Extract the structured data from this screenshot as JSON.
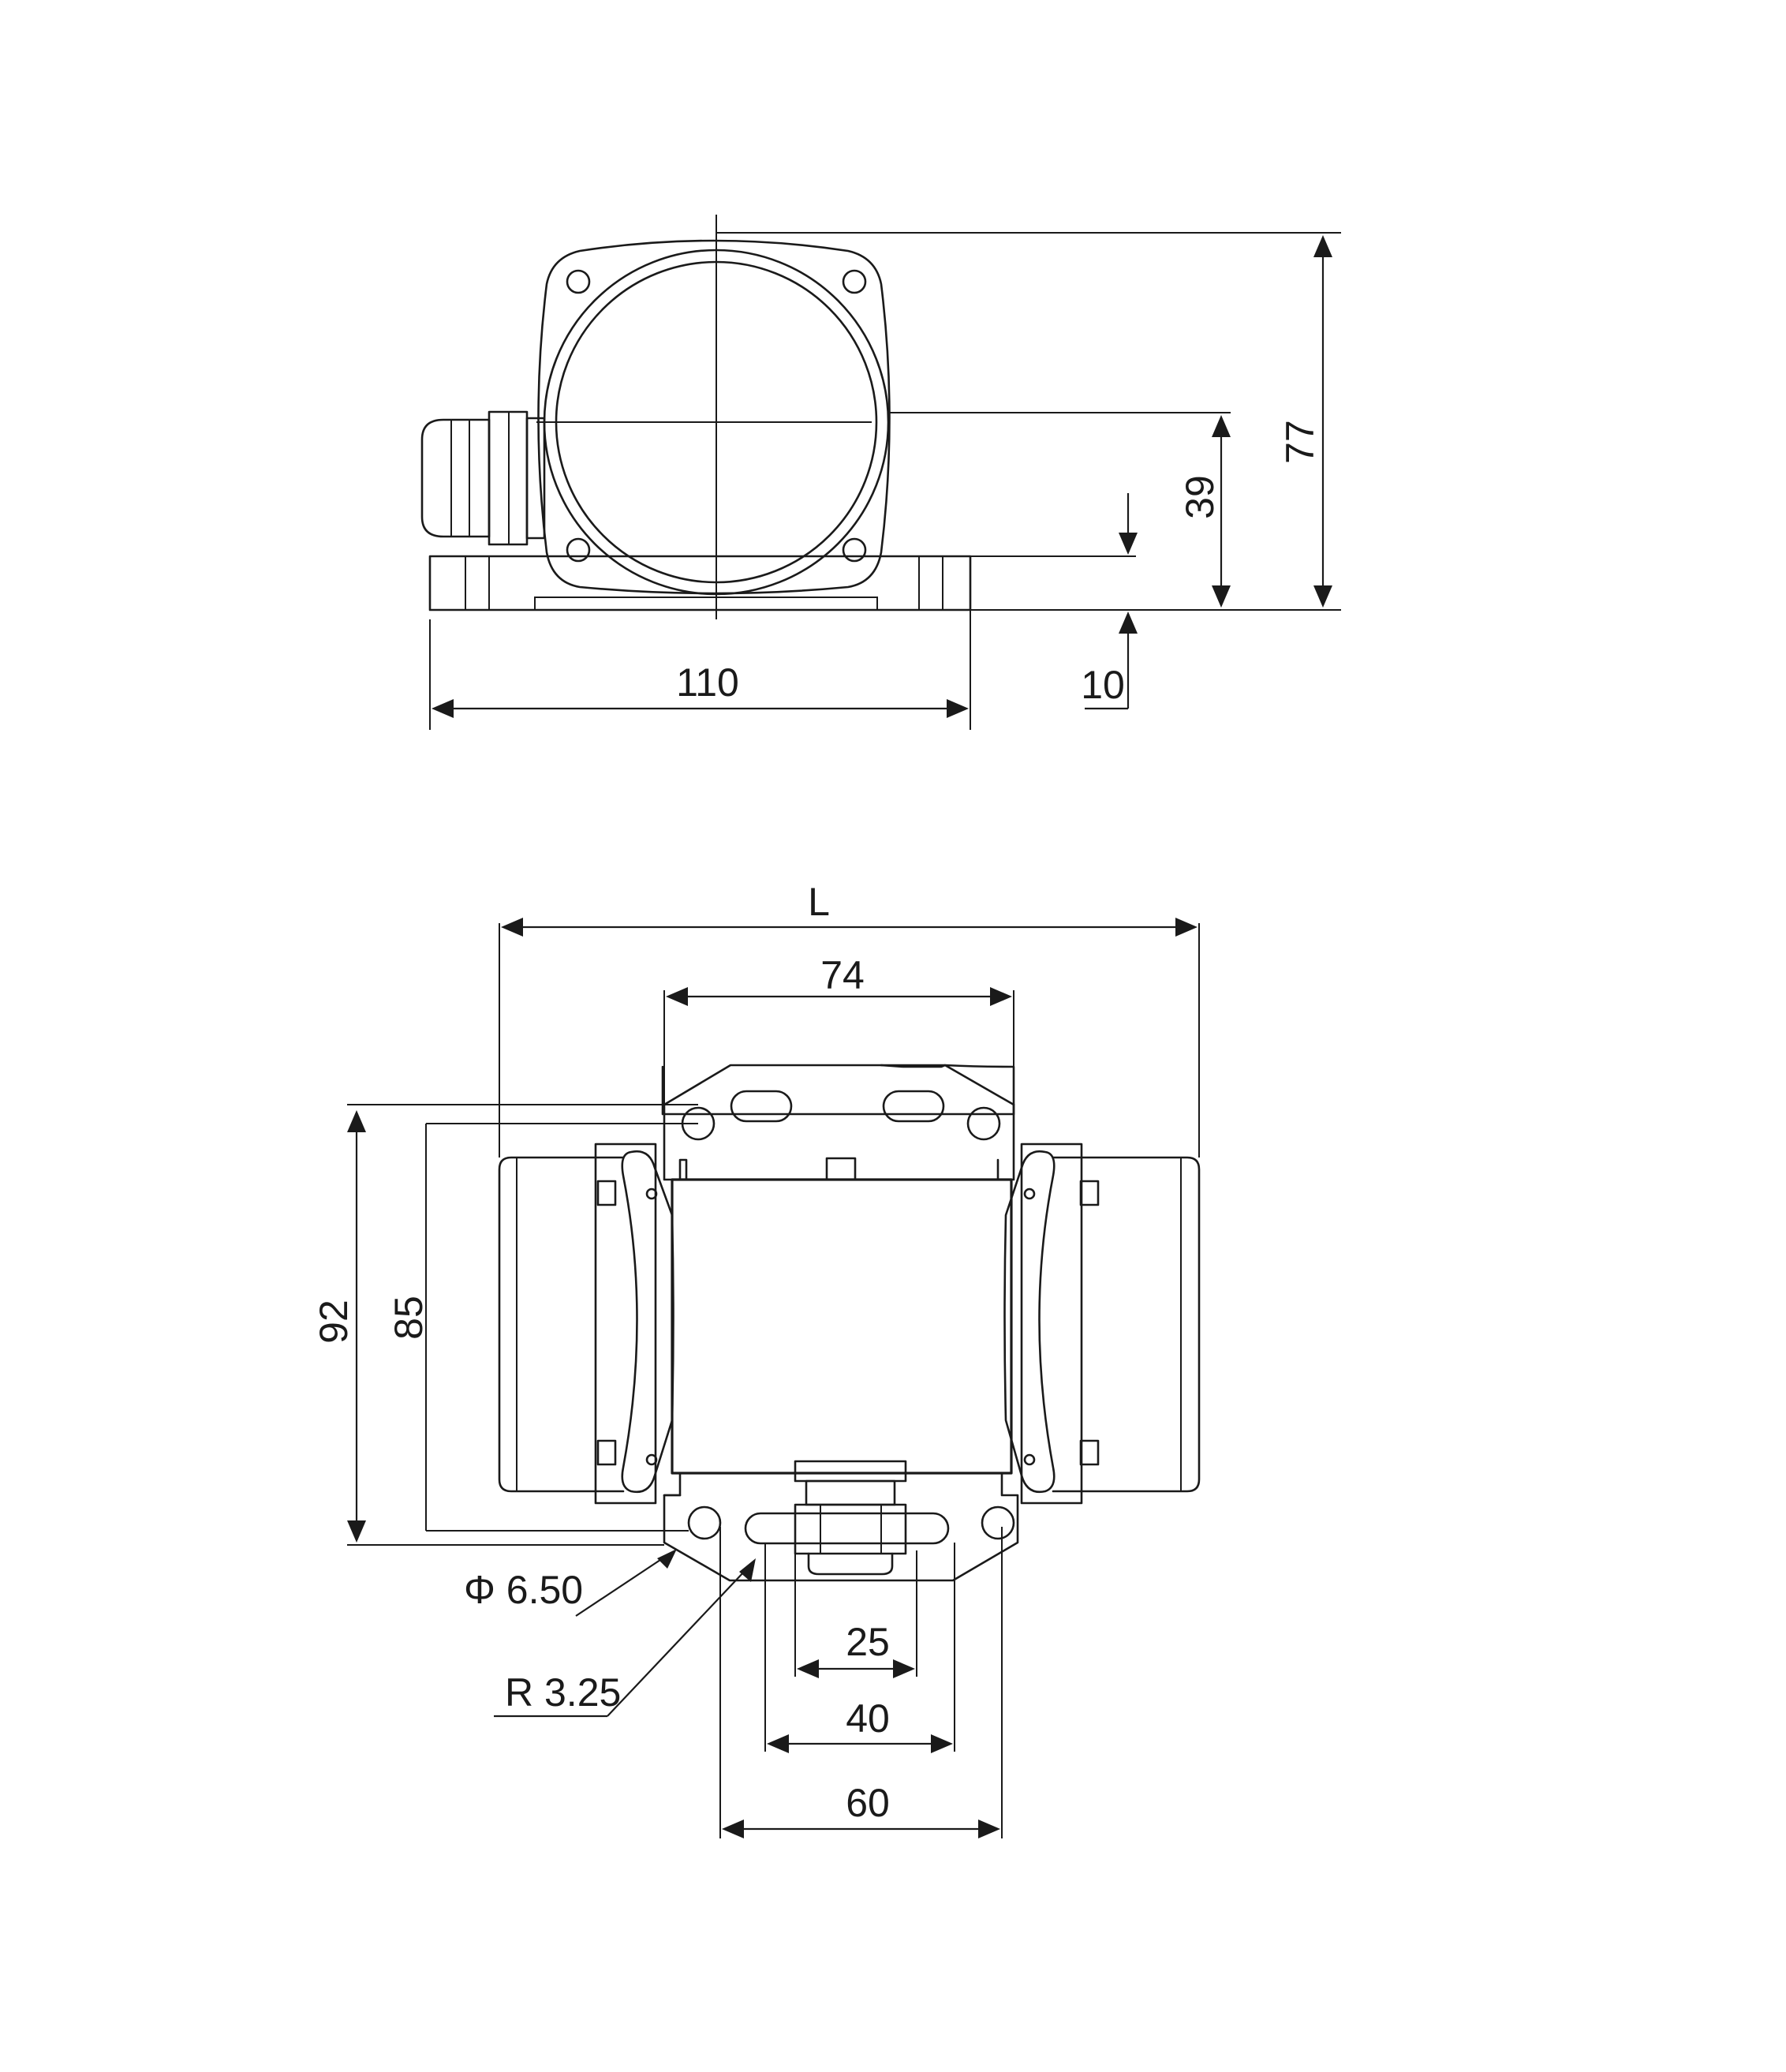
{
  "dimensions": {
    "total_height": "77",
    "center_height": "39",
    "base_thickness": "10",
    "base_width": "110",
    "length": "L",
    "top_bolt_spacing": "74",
    "width_outer": "92",
    "width_inner": "85",
    "hole_diameter": "Φ 6.50",
    "slot_radius": "R 3.25",
    "slot_inner": "25",
    "slot_outer": "40",
    "hole_spacing": "60"
  }
}
